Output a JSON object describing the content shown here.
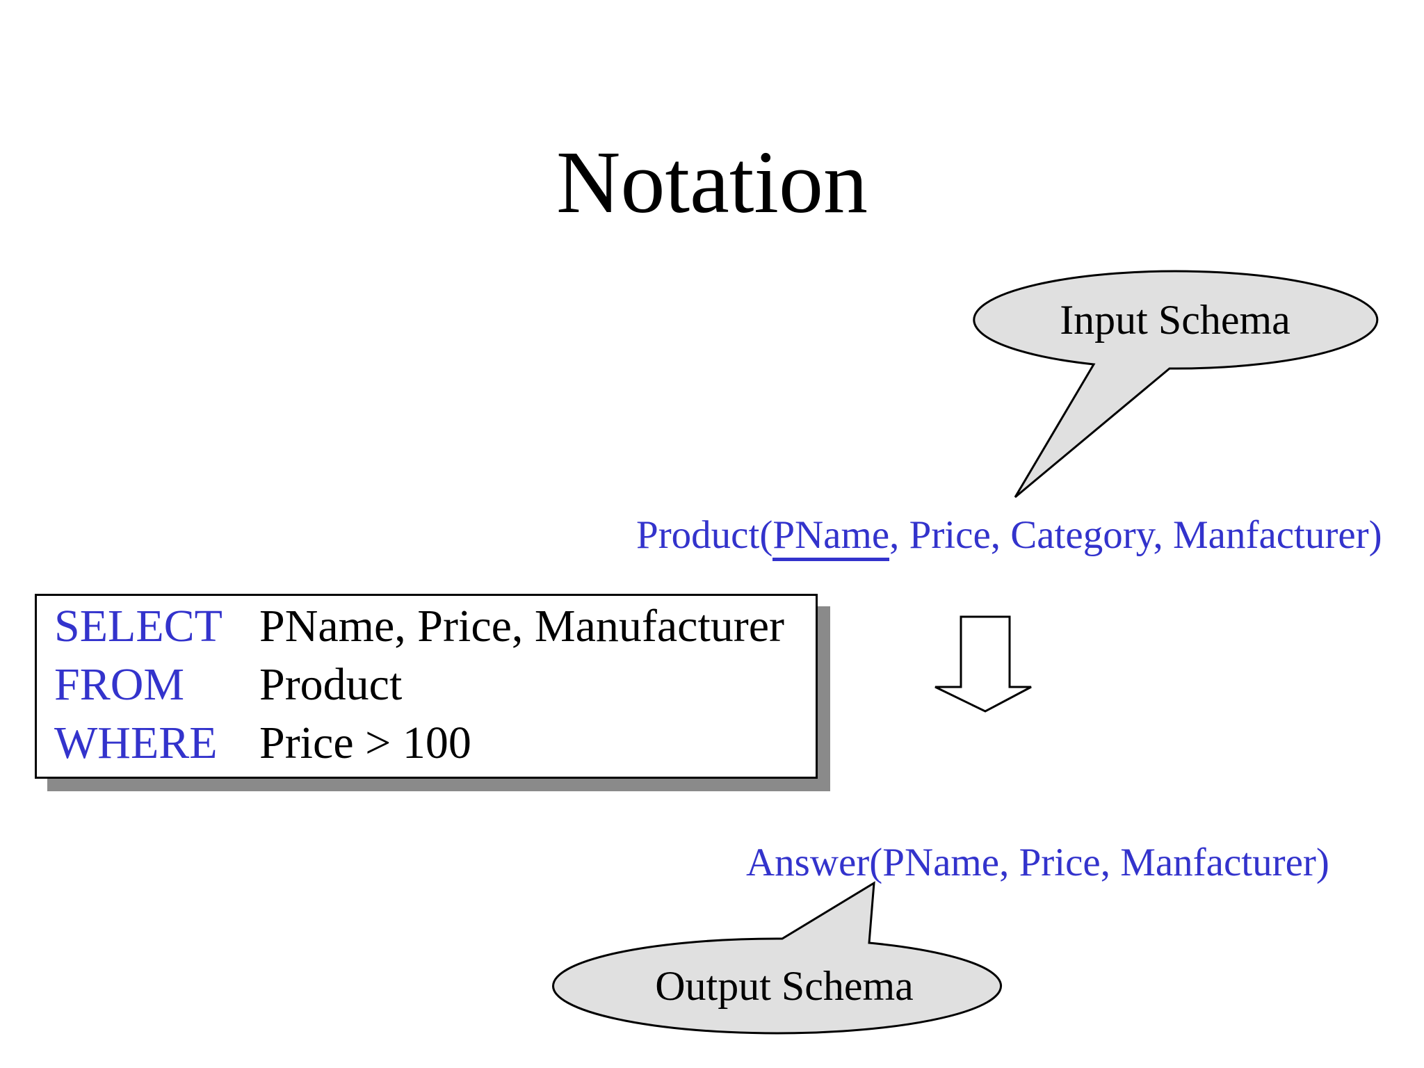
{
  "title": "Notation",
  "colors": {
    "schema_text": "#3333cc",
    "keyword_text": "#3333cc",
    "bubble_fill": "#e0e0e0",
    "bubble_stroke": "#000000",
    "arrow_fill": "#ffffff",
    "box_shadow": "#8a8a8a"
  },
  "input_callout": {
    "label": "Input Schema"
  },
  "input_schema": {
    "prefix": "Product(",
    "key": "PName",
    "suffix": ", Price, Category, Manfacturer)"
  },
  "sql_box": {
    "lines": [
      {
        "keyword": "SELECT",
        "rest": "PName, Price, Manufacturer"
      },
      {
        "keyword": "FROM",
        "rest": "Product"
      },
      {
        "keyword": "WHERE",
        "rest": "Price > 100"
      }
    ]
  },
  "output_schema": {
    "text": "Answer(PName, Price, Manfacturer)"
  },
  "output_callout": {
    "label": "Output Schema"
  }
}
